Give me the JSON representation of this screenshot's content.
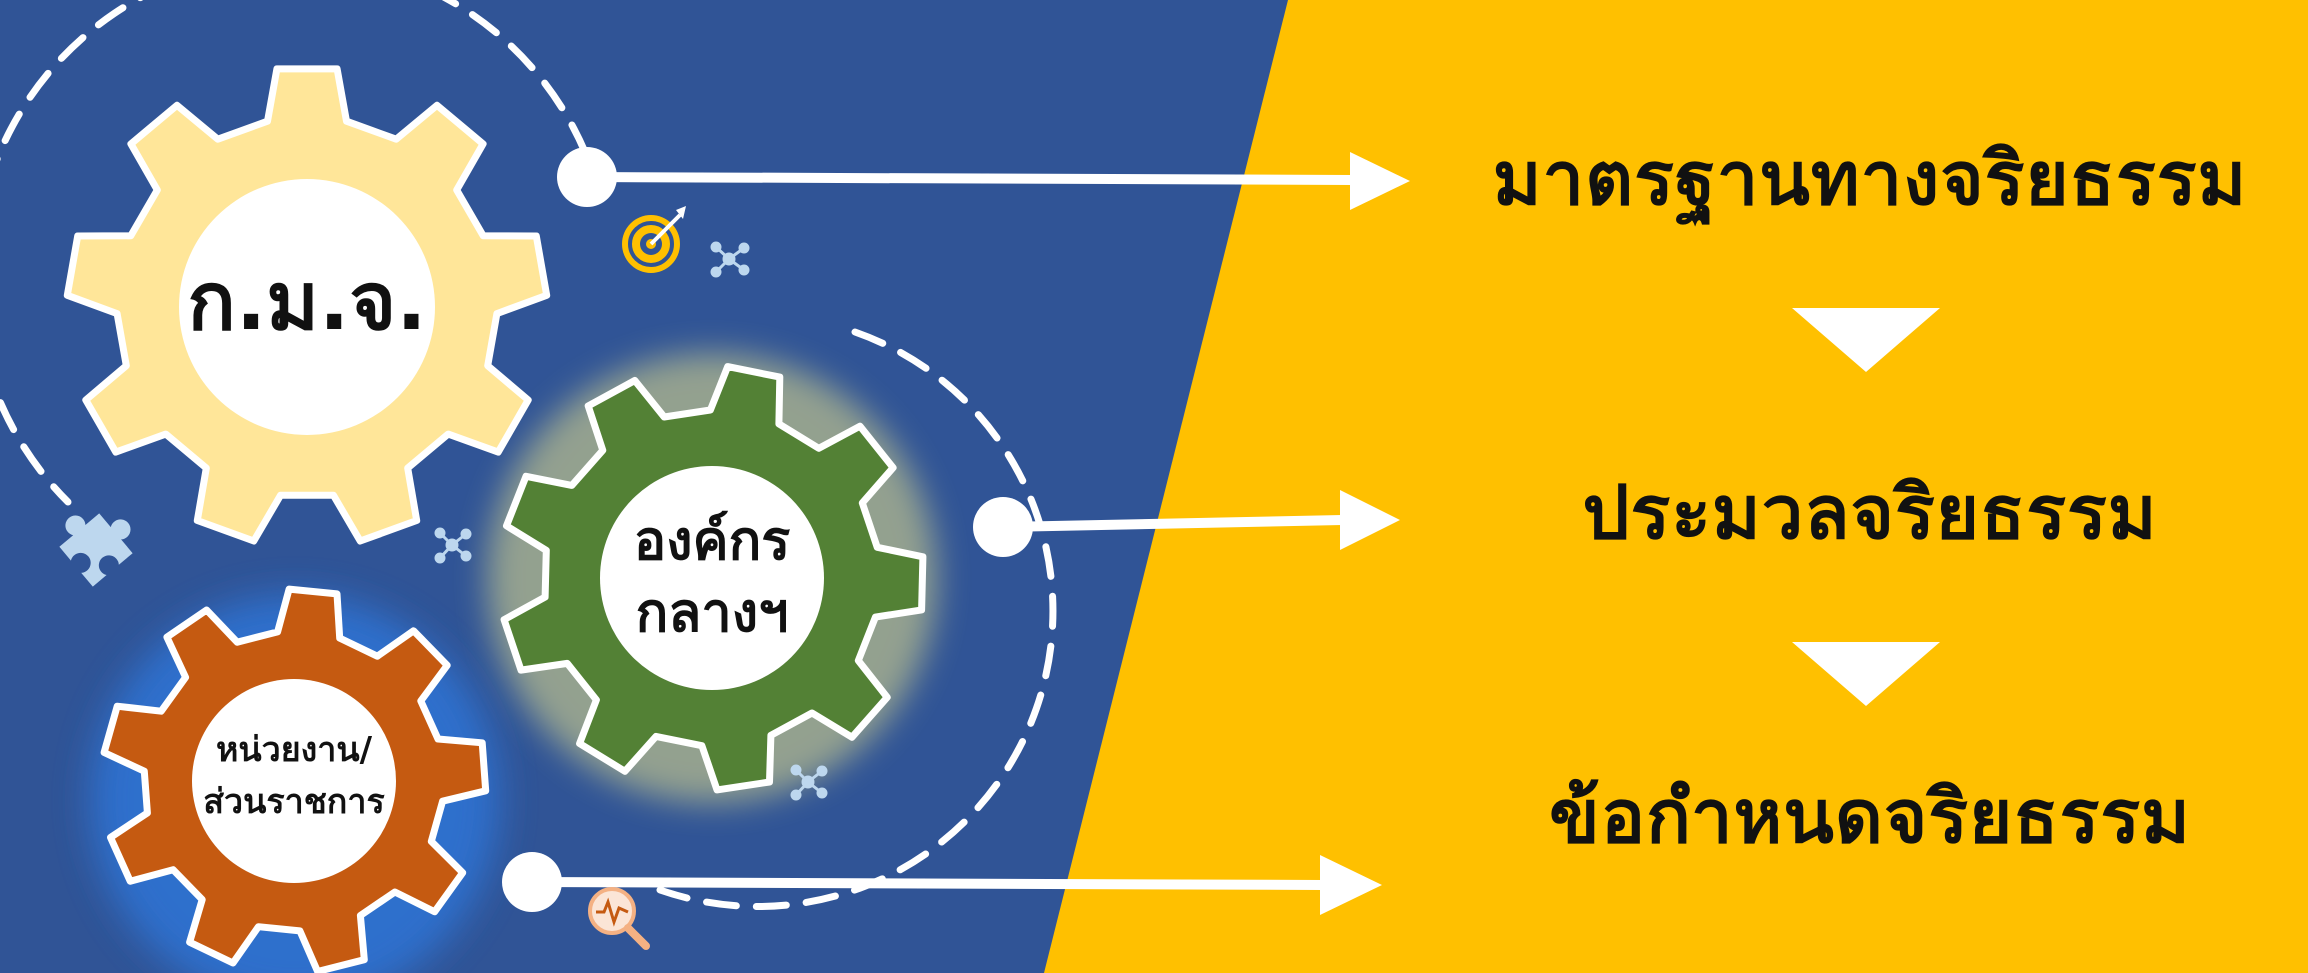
{
  "colors": {
    "background_blue": "#305496",
    "background_yellow": "#FFC000",
    "gear_pale_yellow": "#FFE699",
    "gear_green": "#538135",
    "gear_orange": "#C55A11",
    "line_white": "#FFFFFF",
    "glow_blue": "#2E75D6",
    "glow_yellow": "#E5E08A",
    "icon_light_blue": "#BDD7EE"
  },
  "gears": {
    "top": {
      "label": "ก.ม.จ."
    },
    "middle": {
      "line1": "องค์กร",
      "line2": "กลางฯ"
    },
    "bottom": {
      "line1": "หน่วยงาน/",
      "line2": "ส่วนราชการ"
    }
  },
  "steps": [
    {
      "label": "มาตรฐานทางจริยธรรม"
    },
    {
      "label": "ประมวลจริยธรรม"
    },
    {
      "label": "ข้อกำหนดจริยธรรม"
    }
  ],
  "icons": [
    "target-icon",
    "network-icon",
    "puzzle-icon",
    "magnifier-icon"
  ]
}
